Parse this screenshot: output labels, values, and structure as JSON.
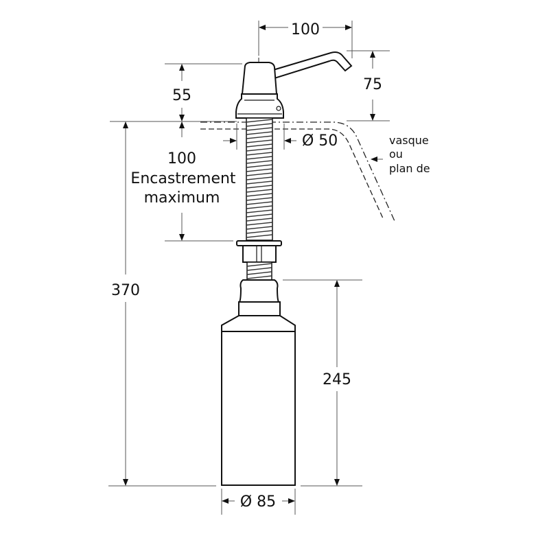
{
  "diagram": {
    "type": "technical-drawing",
    "subject": "soap dispenser (counter-mounted)",
    "unit": "mm",
    "dimensions": {
      "spout_reach": "100",
      "spout_height": "75",
      "head_height": "55",
      "pipe_diameter": "Ø 50",
      "recess_value": "100",
      "recess_line1": "Encastrement",
      "recess_line2": "maximum",
      "total_height": "370",
      "bottle_height": "245",
      "bottle_diameter": "Ø 85"
    },
    "annotation": {
      "line1": "vasque",
      "line2": "ou",
      "line3": "plan de"
    },
    "colors": {
      "line": "#111111",
      "dimension": "#555555",
      "background": "#ffffff"
    }
  }
}
